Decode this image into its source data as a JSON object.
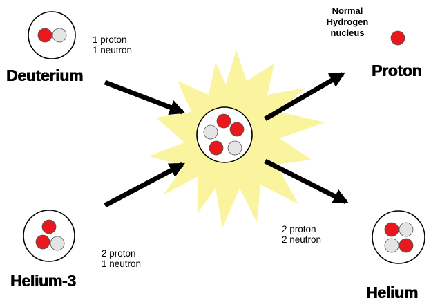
{
  "labels": {
    "deuterium": "Deuterium",
    "deuterium_line1": "1 proton",
    "deuterium_line2": "1 neutron",
    "helium3": "Helium-3",
    "helium3_line1": "2 proton",
    "helium3_line2": "1 neutron",
    "hydrogen_line1": "Normal",
    "hydrogen_line2": "Hydrogen",
    "hydrogen_line3": "nucleus",
    "proton": "Proton",
    "helium_line1": "2 proton",
    "helium_line2": "2 neutron",
    "helium": "Helium"
  },
  "colors": {
    "proton": "#e8181c",
    "neutron": "#e4e4e4",
    "burst": "#fbf49e",
    "arrow": "#000000",
    "background": "#ffffff"
  }
}
